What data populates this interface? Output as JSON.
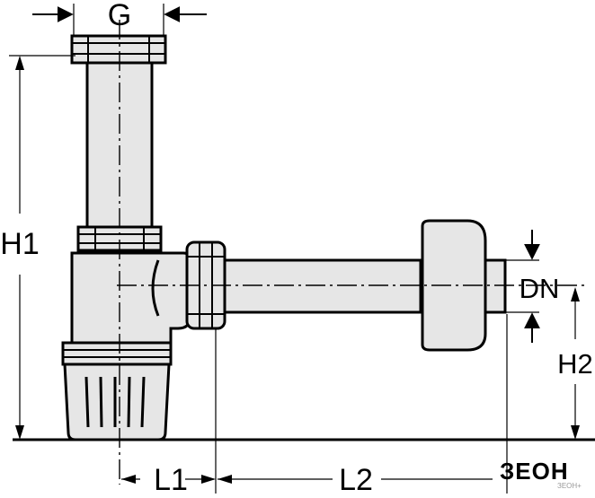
{
  "labels": {
    "g": "G",
    "h1": "H1",
    "h2": "H2",
    "dn": "DN",
    "l1": "L1",
    "l2": "L2"
  },
  "logo": {
    "text": "ЗЕОН",
    "sub": "ЗЕОН+"
  },
  "colors": {
    "line": "#000000",
    "fill": "#e6e6e6",
    "background": "#ffffff"
  }
}
